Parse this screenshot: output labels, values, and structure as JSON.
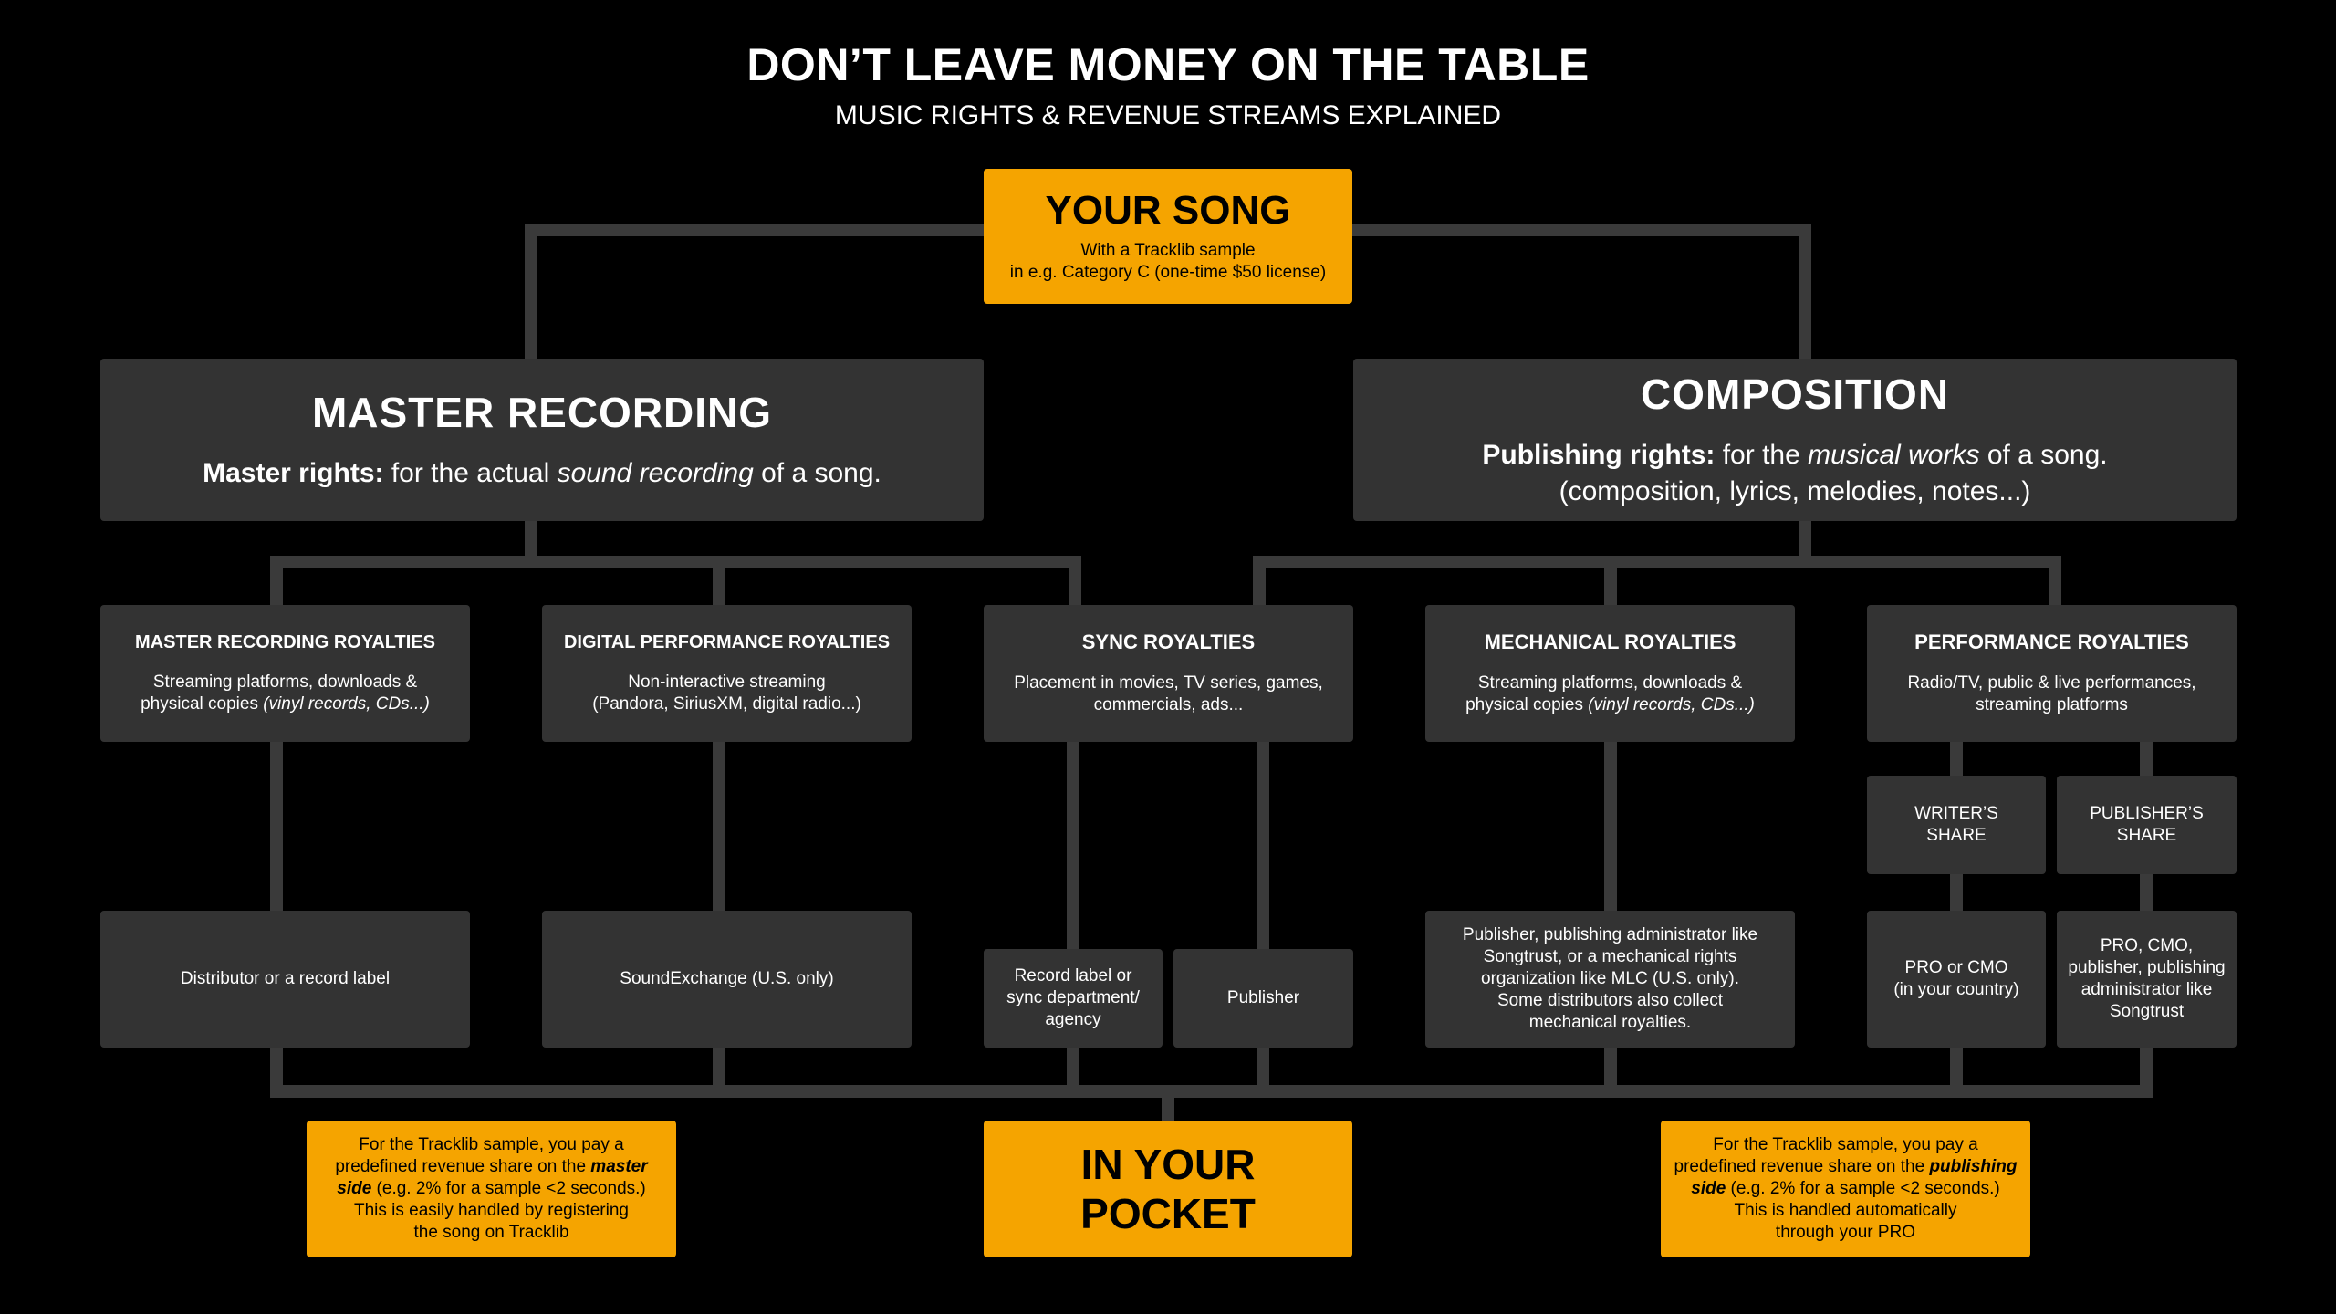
{
  "header": {
    "title": "DON’T LEAVE MONEY ON THE TABLE",
    "subtitle": "MUSIC RIGHTS & REVENUE STREAMS EXPLAINED"
  },
  "song": {
    "title": "YOUR SONG",
    "line1": "With a Tracklib sample",
    "line2": "in e.g. Category C (one-time $50 license)"
  },
  "master": {
    "title": "MASTER RECORDING",
    "bold": "Master rights:",
    "text1": " for the actual ",
    "italic": "sound recording",
    "text2": " of a song."
  },
  "composition": {
    "title": "COMPOSITION",
    "bold": "Publishing rights:",
    "text1": " for the ",
    "italic": "musical works",
    "text2": " of a song.",
    "line2": "(composition, lyrics, melodies, notes...)"
  },
  "categories": {
    "master_royalties": {
      "title": "MASTER RECORDING ROYALTIES",
      "line1": "Streaming platforms, downloads &",
      "line2a": "physical copies ",
      "line2i": "(vinyl records, CDs...)"
    },
    "digital_perf": {
      "title": "DIGITAL PERFORMANCE ROYALTIES",
      "line1": "Non-interactive streaming",
      "line2": "(Pandora, SiriusXM, digital radio...)"
    },
    "sync": {
      "title": "SYNC ROYALTIES",
      "line1": "Placement in movies, TV series, games,",
      "line2": "commercials, ads..."
    },
    "mechanical": {
      "title": "MECHANICAL ROYALTIES",
      "line1": "Streaming platforms, downloads &",
      "line2a": "physical copies ",
      "line2i": "(vinyl records, CDs...)"
    },
    "performance": {
      "title": "PERFORMANCE ROYALTIES",
      "line1": "Radio/TV, public & live performances,",
      "line2": "streaming platforms"
    }
  },
  "shares": {
    "writer": {
      "line1": "WRITER’S",
      "line2": "SHARE"
    },
    "publisher": {
      "line1": "PUBLISHER’S",
      "line2": "SHARE"
    }
  },
  "collectors": {
    "distributor": "Distributor or a record label",
    "soundexchange": "SoundExchange (U.S. only)",
    "record_label": [
      "Record label or",
      "sync department/",
      "agency"
    ],
    "publisher": "Publisher",
    "mechanical": [
      "Publisher, publishing administrator like",
      "Songtrust, or a mechanical rights",
      "organization like MLC (U.S. only).",
      "Some distributors also collect",
      "mechanical royalties."
    ],
    "pro": [
      "PRO or CMO",
      "(in your country)"
    ],
    "pro_cmo": [
      "PRO, CMO,",
      "publisher, publishing",
      "administrator like",
      "Songtrust"
    ]
  },
  "pocket": {
    "line1": "IN YOUR",
    "line2": "POCKET"
  },
  "notes": {
    "master": {
      "line1": "For the Tracklib sample, you pay a",
      "line2a": "predefined revenue share on the ",
      "line2b": "master",
      "line3b": "side",
      "line3": " (e.g. 2% for a sample <2 seconds.)",
      "line4": "This is easily handled by registering",
      "line5": "the song on Tracklib"
    },
    "publishing": {
      "line1": "For the Tracklib sample, you pay a",
      "line2a": "predefined revenue share on the ",
      "line2b": "publishing",
      "line3b": "side",
      "line3": " (e.g. 2% for a sample <2 seconds.)",
      "line4": "This is handled automatically",
      "line5": "through your PRO"
    }
  },
  "colors": {
    "accent": "#f5a400",
    "box": "#333333",
    "connector": "#3a3a3a",
    "background": "#000000"
  }
}
